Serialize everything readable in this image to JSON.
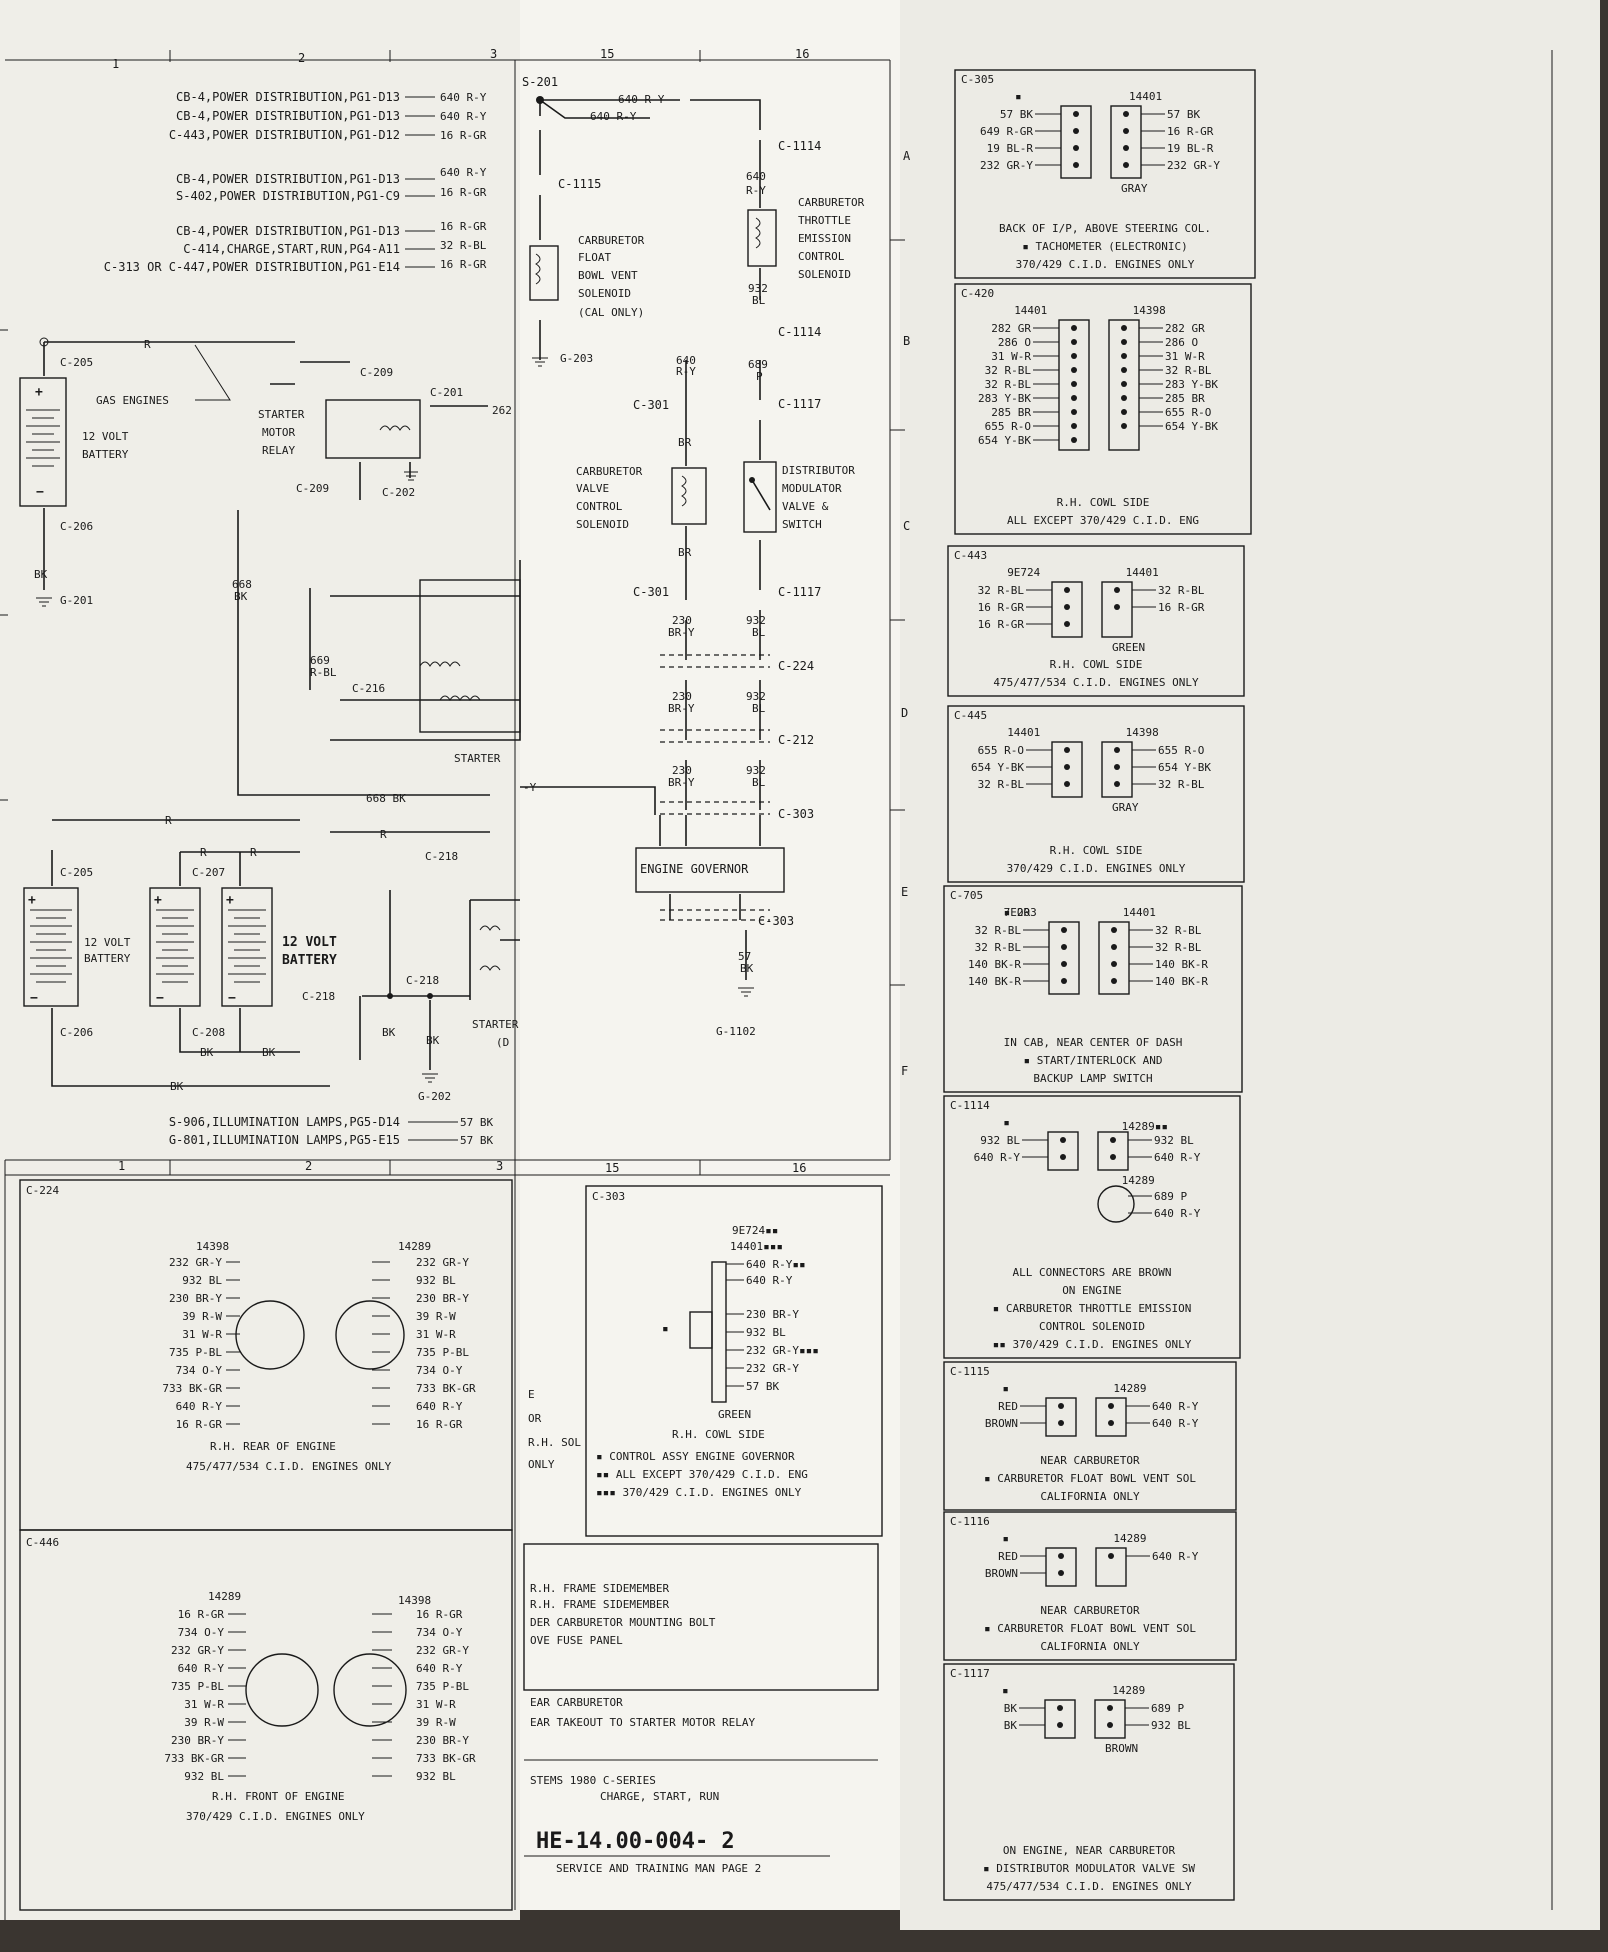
{
  "grid_top": [
    "1",
    "2",
    "3",
    "15",
    "16"
  ],
  "grid_bottom": [
    "1",
    "2",
    "3",
    "15",
    "16"
  ],
  "grid_rows": [
    "A",
    "B",
    "C",
    "D",
    "E",
    "F"
  ],
  "left_refs": [
    "CB-4,POWER DISTRIBUTION,PG1-D13",
    "CB-4,POWER DISTRIBUTION,PG1-D13",
    "C-443,POWER DISTRIBUTION,PG1-D12",
    "CB-4,POWER DISTRIBUTION,PG1-D13",
    "S-402,POWER DISTRIBUTION,PG1-C9",
    "CB-4,POWER DISTRIBUTION,PG1-D13",
    "C-414,CHARGE,START,RUN,PG4-A11",
    "C-313 OR C-447,POWER DISTRIBUTION,PG1-E14"
  ],
  "left_ref_wires": [
    "640 R-Y",
    "640 R-Y",
    "16 R-GR",
    "640 R-Y",
    "16 R-GR",
    "16 R-GR",
    "32 R-BL",
    "16 R-GR"
  ],
  "schematic": {
    "s201": "S-201",
    "w640ry": "640 R-Y",
    "w640ry_short": "640\nR-Y",
    "c1115": "C-1115",
    "c1114": "C-1114",
    "c1117": "C-1117",
    "c301": "C-301",
    "c224": "C-224",
    "c212": "C-212",
    "c303": "C-303",
    "carb_float": [
      "CARBURETOR",
      "FLOAT",
      "BOWL VENT",
      "SOLENOID",
      "(CAL ONLY)"
    ],
    "carb_throttle": [
      "CARBURETOR",
      "THROTTLE",
      "EMISSION",
      "CONTROL",
      "SOLENOID"
    ],
    "carb_valve": [
      "CARBURETOR",
      "VALVE",
      "CONTROL",
      "SOLENOID"
    ],
    "dist_mod": [
      "DISTRIBUTOR",
      "MODULATOR",
      "VALVE &",
      "SWITCH"
    ],
    "engine_governor": "ENGINE GOVERNOR",
    "g203": "G-203",
    "g201": "G-201",
    "g202": "G-202",
    "g1102": "G-1102",
    "c205": "C-205",
    "c206": "C-206",
    "c207": "C-207",
    "c208": "C-208",
    "c209": "C-209",
    "c201": "C-201",
    "c202": "C-202",
    "c216": "C-216",
    "c218": "C-218",
    "gas_engines": "GAS ENGINES",
    "battery12": "12 VOLT\nBATTERY",
    "starter_relay": [
      "STARTER",
      "MOTOR",
      "RELAY"
    ],
    "starter": "STARTER",
    "starter_d": "STARTER\n(D",
    "w932bl": "932\nBL",
    "w689p": "689\nP",
    "w230bry": "230\nBR-Y",
    "wbr": "BR",
    "wbk": "BK",
    "w57bk": "57\nBK",
    "w668bk": "668\nBK",
    "w668bk_h": "668 BK",
    "w669rbl": "669\nR-BL",
    "wr": "R",
    "w262": "262",
    "wy": "-Y",
    "illum1": "S-906,ILLUMINATION LAMPS,PG5-D14",
    "illum2": "G-801,ILLUMINATION LAMPS,PG5-E15",
    "w57bk_h": "57 BK"
  },
  "connectors_left": {
    "c224": {
      "id": "C-224",
      "left_no": "14398",
      "right_no": "14289",
      "left_wires": [
        "232 GR-Y",
        "932 BL",
        "230 BR-Y",
        "39 R-W",
        "31 W-R",
        "735 P-BL",
        "734 O-Y",
        "733 BK-GR",
        "640 R-Y",
        "16 R-GR"
      ],
      "right_wires": [
        "232 GR-Y",
        "932 BL",
        "230 BR-Y",
        "39 R-W",
        "31 W-R",
        "735 P-BL",
        "734 O-Y",
        "733 BK-GR",
        "640 R-Y",
        "16 R-GR"
      ],
      "loc": "R.H. REAR OF ENGINE",
      "note": "475/477/534 C.I.D. ENGINES ONLY"
    },
    "c446": {
      "id": "C-446",
      "left_no": "14289",
      "right_no": "14398",
      "left_wires": [
        "16 R-GR",
        "734 O-Y",
        "232 GR-Y",
        "640 R-Y",
        "735 P-BL",
        "31 W-R",
        "39 R-W",
        "230 BR-Y",
        "733 BK-GR",
        "932 BL"
      ],
      "right_wires": [
        "16 R-GR",
        "734 O-Y",
        "232 GR-Y",
        "640 R-Y",
        "735 P-BL",
        "31 W-R",
        "39 R-W",
        "230 BR-Y",
        "733 BK-GR",
        "932 BL"
      ],
      "loc": "R.H. FRONT OF ENGINE",
      "note": "370/429 C.I.D. ENGINES ONLY"
    }
  },
  "c303": {
    "id": "C-303",
    "part1": "9E724▪▪",
    "part2": "14401▪▪▪",
    "wires": [
      "640 R-Y▪▪",
      "640 R-Y",
      "230 BR-Y",
      "932 BL",
      "232 GR-Y▪▪▪",
      "232 GR-Y",
      "57 BK"
    ],
    "color": "GREEN",
    "loc": "R.H. COWL SIDE",
    "notes": [
      "▪ CONTROL ASSY ENGINE GOVERNOR",
      "▪▪ ALL EXCEPT 370/429 C.I.D. ENG",
      "▪▪▪ 370/429 C.I.D. ENGINES ONLY"
    ],
    "mark": "▪"
  },
  "partial_notes": [
    "E",
    "OR",
    "R.H. SOL",
    "ONLY"
  ],
  "location_list": [
    "R.H. FRAME SIDEMEMBER",
    "R.H. FRAME SIDEMEMBER",
    "DER CARBURETOR MOUNTING BOLT",
    "OVE FUSE PANEL"
  ],
  "location_list2": [
    "EAR CARBURETOR",
    "EAR TAKEOUT TO STARTER MOTOR RELAY"
  ],
  "title_block": {
    "line1": "STEMS 1980 C-SERIES",
    "line2": "CHARGE, START, RUN",
    "number": "HE-14.00-004- 2",
    "footer": "SERVICE AND TRAINING MAN PAGE 2"
  },
  "connectors_right": [
    {
      "id": "C-305",
      "mark": "▪",
      "part": "14401",
      "left": [
        "57 BK",
        "649 R-GR",
        "19 BL-R",
        "232 GR-Y"
      ],
      "right": [
        "57 BK",
        "16 R-GR",
        "19 BL-R",
        "232 GR-Y"
      ],
      "color": "GRAY",
      "lines": [
        "BACK OF I/P, ABOVE STEERING COL.",
        "▪ TACHOMETER (ELECTRONIC)",
        "370/429 C.I.D. ENGINES ONLY"
      ]
    },
    {
      "id": "C-420",
      "part_l": "14401",
      "part_r": "14398",
      "left": [
        "282 GR",
        "286 O",
        "31 W-R",
        "32 R-BL",
        "32 R-BL",
        "283 Y-BK",
        "285 BR",
        "655 R-O",
        "654 Y-BK"
      ],
      "right": [
        "282 GR",
        "286 O",
        "31 W-R",
        "32 R-BL",
        "283 Y-BK",
        "285 BR",
        "655 R-O",
        "654 Y-BK"
      ],
      "lines": [
        "R.H. COWL SIDE",
        "ALL EXCEPT 370/429 C.I.D. ENG"
      ]
    },
    {
      "id": "C-443",
      "part_l": "9E724",
      "part_r": "14401",
      "left": [
        "32 R-BL",
        "16 R-GR",
        "16 R-GR"
      ],
      "right": [
        "32 R-BL",
        "16 R-GR"
      ],
      "color": "GREEN",
      "lines": [
        "R.H. COWL SIDE",
        "475/477/534 C.I.D. ENGINES ONLY"
      ]
    },
    {
      "id": "C-445",
      "part_l": "14401",
      "part_r": "14398",
      "left": [
        "655 R-O",
        "654 Y-BK",
        "32 R-BL"
      ],
      "right": [
        "655 R-O",
        "654 Y-BK",
        "32 R-BL"
      ],
      "color": "GRAY",
      "lines": [
        "R.H. COWL SIDE",
        "370/429 C.I.D. ENGINES ONLY"
      ]
    },
    {
      "id": "C-705",
      "mark": "▪ OR",
      "part_l": "7E203",
      "part_r": "14401",
      "left": [
        "32 R-BL",
        "32 R-BL",
        "140 BK-R",
        "140 BK-R"
      ],
      "right": [
        "32 R-BL",
        "32 R-BL",
        "140 BK-R",
        "140 BK-R"
      ],
      "lines": [
        "IN CAB, NEAR CENTER OF DASH",
        "▪ START/INTERLOCK AND",
        "BACKUP LAMP SWITCH"
      ]
    },
    {
      "id": "C-1114",
      "mark": "▪",
      "part1": "14289▪▪",
      "part2": "14289",
      "left": [
        "932 BL",
        "640 R-Y"
      ],
      "right1": [
        "932 BL",
        "640 R-Y"
      ],
      "right2": [
        "689 P",
        "640 R-Y"
      ],
      "lines": [
        "ALL CONNECTORS ARE BROWN",
        "ON ENGINE",
        "▪ CARBURETOR THROTTLE EMISSION",
        "CONTROL SOLENOID",
        "▪▪ 370/429 C.I.D. ENGINES ONLY"
      ]
    },
    {
      "id": "C-1115",
      "mark": "▪",
      "part": "14289",
      "left": [
        "RED",
        "BROWN"
      ],
      "right": [
        "640 R-Y",
        "640 R-Y"
      ],
      "lines": [
        "NEAR CARBURETOR",
        "▪ CARBURETOR FLOAT BOWL VENT SOL",
        "CALIFORNIA ONLY"
      ]
    },
    {
      "id": "C-1116",
      "mark": "▪",
      "part": "14289",
      "left": [
        "RED",
        "BROWN"
      ],
      "right": [
        "640 R-Y"
      ],
      "lines": [
        "NEAR CARBURETOR",
        "▪ CARBURETOR FLOAT BOWL VENT SOL",
        "CALIFORNIA ONLY"
      ]
    },
    {
      "id": "C-1117",
      "mark": "▪",
      "part": "14289",
      "left": [
        "BK",
        "BK"
      ],
      "right": [
        "689 P",
        "932 BL"
      ],
      "color": "BROWN",
      "lines": [
        "ON ENGINE, NEAR CARBURETOR",
        "▪ DISTRIBUTOR MODULATOR VALVE SW",
        "475/477/534 C.I.D. ENGINES ONLY"
      ]
    }
  ]
}
